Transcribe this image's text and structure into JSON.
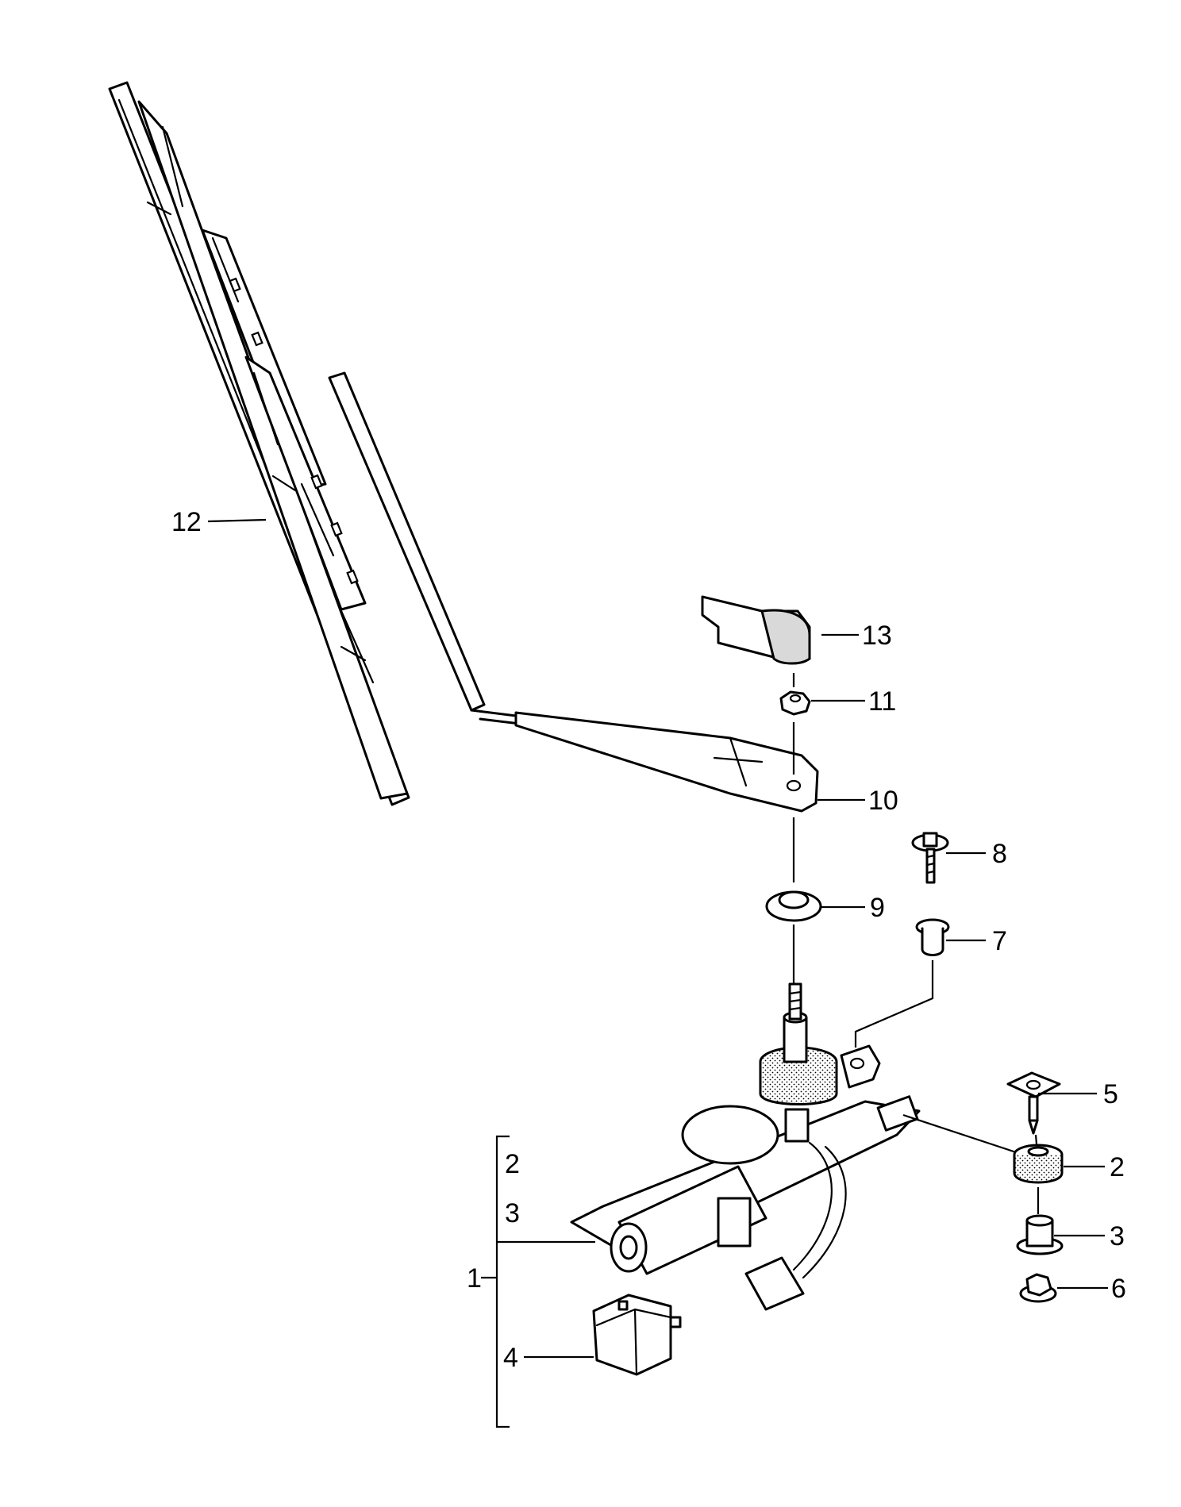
{
  "diagram": {
    "callouts": {
      "c1": "1",
      "c2a": "2",
      "c3a": "3",
      "c4": "4",
      "c2b": "2",
      "c3b": "3",
      "c5": "5",
      "c6": "6",
      "c7": "7",
      "c8": "8",
      "c9": "9",
      "c10": "10",
      "c11": "11",
      "c12": "12",
      "c13": "13"
    }
  }
}
